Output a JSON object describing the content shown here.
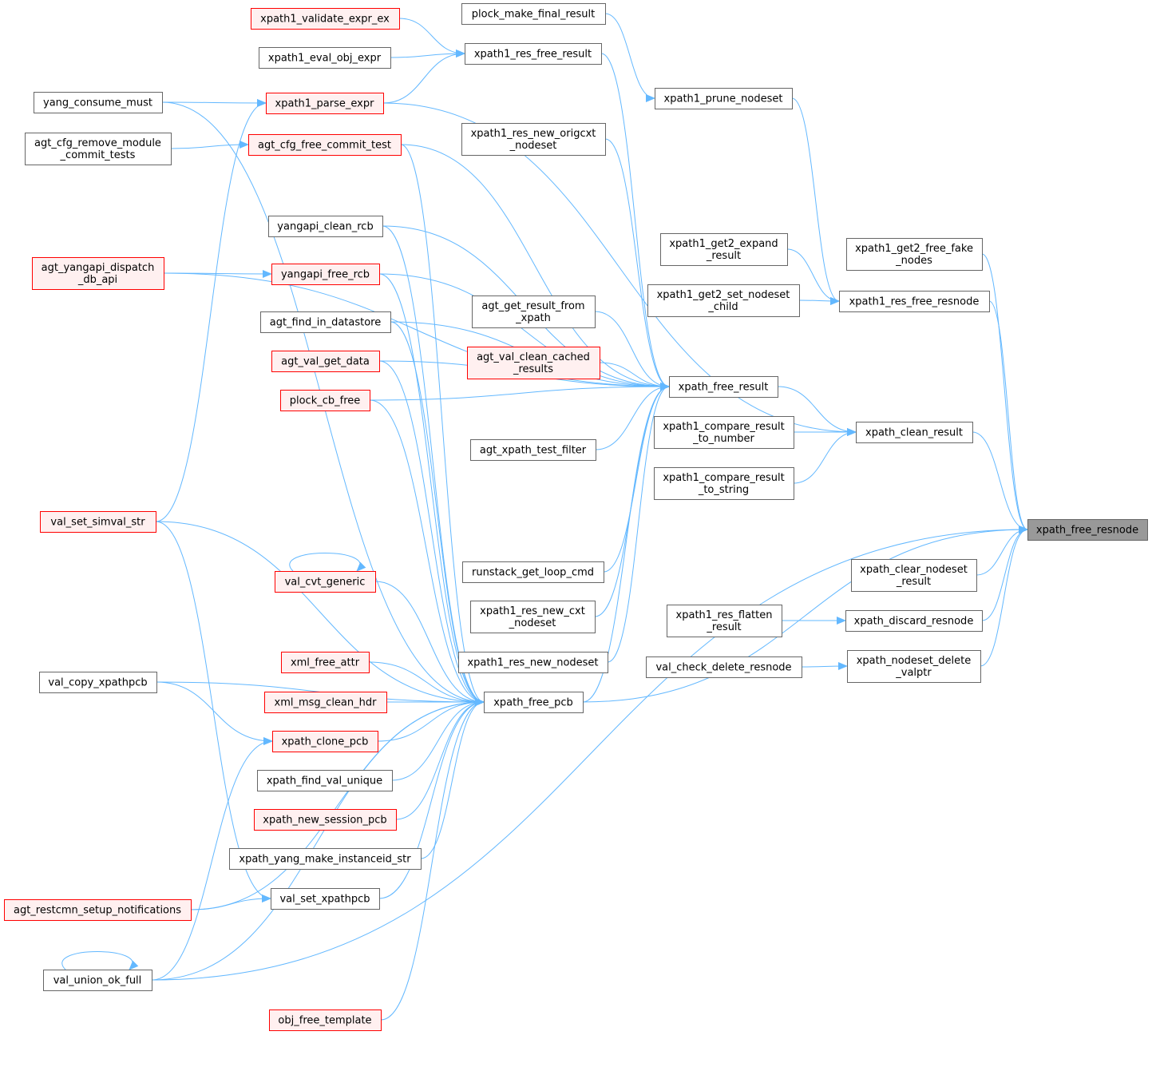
{
  "colors": {
    "edge": "#63b8ff",
    "node_border_normal": "#666666",
    "node_border_truncated": "#ff0000",
    "node_fill_truncated": "#fff0f0",
    "node_fill_normal": "#ffffff",
    "node_fill_focus": "#999999"
  },
  "nodes": {
    "xpath_free_resnode": {
      "lines": [
        "xpath_free_resnode"
      ],
      "style": "focus"
    },
    "xpath1_get2_free_fake_nodes": {
      "lines": [
        "xpath1_get2_free_fake",
        "_nodes"
      ],
      "style": "normal"
    },
    "xpath1_res_free_resnode": {
      "lines": [
        "xpath1_res_free_resnode"
      ],
      "style": "normal"
    },
    "xpath_clean_result": {
      "lines": [
        "xpath_clean_result"
      ],
      "style": "normal"
    },
    "xpath_free_result": {
      "lines": [
        "xpath_free_result"
      ],
      "style": "normal"
    },
    "xpath_free_pcb": {
      "lines": [
        "xpath_free_pcb"
      ],
      "style": "normal"
    },
    "xpath_clear_nodeset_result": {
      "lines": [
        "xpath_clear_nodeset",
        "_result"
      ],
      "style": "normal"
    },
    "xpath_discard_resnode": {
      "lines": [
        "xpath_discard_resnode"
      ],
      "style": "normal"
    },
    "xpath_nodeset_delete_valptr": {
      "lines": [
        "xpath_nodeset_delete",
        "_valptr"
      ],
      "style": "normal"
    },
    "xpath1_prune_nodeset": {
      "lines": [
        "xpath1_prune_nodeset"
      ],
      "style": "normal"
    },
    "plock_make_final_result": {
      "lines": [
        "plock_make_final_result"
      ],
      "style": "normal"
    },
    "xpath1_get2_expand_result": {
      "lines": [
        "xpath1_get2_expand",
        "_result"
      ],
      "style": "normal"
    },
    "xpath1_get2_set_nodeset_child": {
      "lines": [
        "xpath1_get2_set_nodeset",
        "_child"
      ],
      "style": "normal"
    },
    "xpath1_compare_result_to_number": {
      "lines": [
        "xpath1_compare_result",
        "_to_number"
      ],
      "style": "normal"
    },
    "xpath1_compare_result_to_string": {
      "lines": [
        "xpath1_compare_result",
        "_to_string"
      ],
      "style": "normal"
    },
    "xpath1_res_flatten_result": {
      "lines": [
        "xpath1_res_flatten",
        "_result"
      ],
      "style": "normal"
    },
    "val_check_delete_resnode": {
      "lines": [
        "val_check_delete_resnode"
      ],
      "style": "normal"
    },
    "xpath1_validate_expr_ex": {
      "lines": [
        "xpath1_validate_expr_ex"
      ],
      "style": "truncated"
    },
    "xpath1_res_free_result": {
      "lines": [
        "xpath1_res_free_result"
      ],
      "style": "normal"
    },
    "xpath1_eval_obj_expr": {
      "lines": [
        "xpath1_eval_obj_expr"
      ],
      "style": "normal"
    },
    "xpath1_parse_expr": {
      "lines": [
        "xpath1_parse_expr"
      ],
      "style": "truncated"
    },
    "agt_cfg_free_commit_test": {
      "lines": [
        "agt_cfg_free_commit_test"
      ],
      "style": "truncated"
    },
    "xpath1_res_new_origcxt_nodeset": {
      "lines": [
        "xpath1_res_new_origcxt",
        "_nodeset"
      ],
      "style": "normal"
    },
    "yangapi_clean_rcb": {
      "lines": [
        "yangapi_clean_rcb"
      ],
      "style": "normal"
    },
    "yangapi_free_rcb": {
      "lines": [
        "yangapi_free_rcb"
      ],
      "style": "truncated"
    },
    "agt_get_result_from_xpath": {
      "lines": [
        "agt_get_result_from",
        "_xpath"
      ],
      "style": "normal"
    },
    "agt_find_in_datastore": {
      "lines": [
        "agt_find_in_datastore"
      ],
      "style": "normal"
    },
    "agt_val_clean_cached_results": {
      "lines": [
        "agt_val_clean_cached",
        "_results"
      ],
      "style": "truncated"
    },
    "agt_val_get_data": {
      "lines": [
        "agt_val_get_data"
      ],
      "style": "truncated"
    },
    "plock_cb_free": {
      "lines": [
        "plock_cb_free"
      ],
      "style": "truncated"
    },
    "agt_xpath_test_filter": {
      "lines": [
        "agt_xpath_test_filter"
      ],
      "style": "normal"
    },
    "runstack_get_loop_cmd": {
      "lines": [
        "runstack_get_loop_cmd"
      ],
      "style": "normal"
    },
    "xpath1_res_new_cxt_nodeset": {
      "lines": [
        "xpath1_res_new_cxt",
        "_nodeset"
      ],
      "style": "normal"
    },
    "xpath1_res_new_nodeset": {
      "lines": [
        "xpath1_res_new_nodeset"
      ],
      "style": "normal"
    },
    "val_cvt_generic": {
      "lines": [
        "val_cvt_generic"
      ],
      "style": "truncated"
    },
    "xml_free_attr": {
      "lines": [
        "xml_free_attr"
      ],
      "style": "truncated"
    },
    "xml_msg_clean_hdr": {
      "lines": [
        "xml_msg_clean_hdr"
      ],
      "style": "truncated"
    },
    "xpath_clone_pcb": {
      "lines": [
        "xpath_clone_pcb"
      ],
      "style": "truncated"
    },
    "xpath_find_val_unique": {
      "lines": [
        "xpath_find_val_unique"
      ],
      "style": "normal"
    },
    "xpath_new_session_pcb": {
      "lines": [
        "xpath_new_session_pcb"
      ],
      "style": "truncated"
    },
    "xpath_yang_make_instanceid_str": {
      "lines": [
        "xpath_yang_make_instanceid_str"
      ],
      "style": "normal"
    },
    "val_set_xpathpcb": {
      "lines": [
        "val_set_xpathpcb"
      ],
      "style": "normal"
    },
    "obj_free_template": {
      "lines": [
        "obj_free_template"
      ],
      "style": "truncated"
    },
    "yang_consume_must": {
      "lines": [
        "yang_consume_must"
      ],
      "style": "normal"
    },
    "agt_cfg_remove_module_commit_tests": {
      "lines": [
        "agt_cfg_remove_module",
        "_commit_tests"
      ],
      "style": "normal"
    },
    "agt_yangapi_dispatch_db_api": {
      "lines": [
        "agt_yangapi_dispatch",
        "_db_api"
      ],
      "style": "truncated"
    },
    "val_set_simval_str": {
      "lines": [
        "val_set_simval_str"
      ],
      "style": "truncated"
    },
    "val_copy_xpathpcb": {
      "lines": [
        "val_copy_xpathpcb"
      ],
      "style": "normal"
    },
    "agt_restcmn_setup_notifications": {
      "lines": [
        "agt_restcmn_setup_notifications"
      ],
      "style": "truncated"
    },
    "val_union_ok_full": {
      "lines": [
        "val_union_ok_full"
      ],
      "style": "normal"
    }
  },
  "edges": [
    [
      "xpath1_get2_free_fake_nodes",
      "xpath_free_resnode"
    ],
    [
      "xpath1_res_free_resnode",
      "xpath_free_resnode"
    ],
    [
      "xpath_clean_result",
      "xpath_free_resnode"
    ],
    [
      "xpath_free_pcb",
      "xpath_free_resnode"
    ],
    [
      "xpath_clear_nodeset_result",
      "xpath_free_resnode"
    ],
    [
      "xpath_discard_resnode",
      "xpath_free_resnode"
    ],
    [
      "xpath_nodeset_delete_valptr",
      "xpath_free_resnode"
    ],
    [
      "val_union_ok_full",
      "xpath_free_resnode"
    ],
    [
      "xpath1_prune_nodeset",
      "xpath1_res_free_resnode"
    ],
    [
      "xpath1_get2_expand_result",
      "xpath1_res_free_resnode"
    ],
    [
      "xpath1_get2_set_nodeset_child",
      "xpath1_res_free_resnode"
    ],
    [
      "plock_make_final_result",
      "xpath1_prune_nodeset"
    ],
    [
      "xpath_free_result",
      "xpath_clean_result"
    ],
    [
      "xpath1_compare_result_to_number",
      "xpath_clean_result"
    ],
    [
      "xpath1_compare_result_to_string",
      "xpath_clean_result"
    ],
    [
      "xpath1_parse_expr",
      "xpath_clean_result"
    ],
    [
      "xpath1_res_flatten_result",
      "xpath_discard_resnode"
    ],
    [
      "val_check_delete_resnode",
      "xpath_nodeset_delete_valptr"
    ],
    [
      "xpath1_validate_expr_ex",
      "xpath1_res_free_result"
    ],
    [
      "xpath1_eval_obj_expr",
      "xpath1_res_free_result"
    ],
    [
      "xpath1_parse_expr",
      "xpath1_res_free_result"
    ],
    [
      "xpath1_res_free_result",
      "xpath_free_result"
    ],
    [
      "agt_cfg_free_commit_test",
      "xpath_free_result"
    ],
    [
      "xpath1_res_new_origcxt_nodeset",
      "xpath_free_result"
    ],
    [
      "yangapi_clean_rcb",
      "xpath_free_result"
    ],
    [
      "yangapi_free_rcb",
      "xpath_free_result"
    ],
    [
      "agt_yangapi_dispatch_db_api",
      "xpath_free_result"
    ],
    [
      "agt_get_result_from_xpath",
      "xpath_free_result"
    ],
    [
      "agt_find_in_datastore",
      "xpath_free_result"
    ],
    [
      "agt_val_clean_cached_results",
      "xpath_free_result"
    ],
    [
      "agt_val_get_data",
      "xpath_free_result"
    ],
    [
      "plock_cb_free",
      "xpath_free_result"
    ],
    [
      "agt_xpath_test_filter",
      "xpath_free_result"
    ],
    [
      "runstack_get_loop_cmd",
      "xpath_free_result"
    ],
    [
      "xpath1_res_new_cxt_nodeset",
      "xpath_free_result"
    ],
    [
      "xpath1_res_new_nodeset",
      "xpath_free_result"
    ],
    [
      "xpath_free_pcb",
      "xpath_free_result"
    ],
    [
      "agt_cfg_free_commit_test",
      "xpath_free_pcb"
    ],
    [
      "yangapi_clean_rcb",
      "xpath_free_pcb"
    ],
    [
      "yangapi_free_rcb",
      "xpath_free_pcb"
    ],
    [
      "agt_find_in_datastore",
      "xpath_free_pcb"
    ],
    [
      "agt_val_get_data",
      "xpath_free_pcb"
    ],
    [
      "plock_cb_free",
      "xpath_free_pcb"
    ],
    [
      "val_set_simval_str",
      "xpath_free_pcb"
    ],
    [
      "val_cvt_generic",
      "xpath_free_pcb"
    ],
    [
      "val_copy_xpathpcb",
      "xpath_free_pcb"
    ],
    [
      "xml_free_attr",
      "xpath_free_pcb"
    ],
    [
      "xml_msg_clean_hdr",
      "xpath_free_pcb"
    ],
    [
      "xpath_clone_pcb",
      "xpath_free_pcb"
    ],
    [
      "xpath_find_val_unique",
      "xpath_free_pcb"
    ],
    [
      "xpath_new_session_pcb",
      "xpath_free_pcb"
    ],
    [
      "xpath_yang_make_instanceid_str",
      "xpath_free_pcb"
    ],
    [
      "val_set_xpathpcb",
      "xpath_free_pcb"
    ],
    [
      "agt_restcmn_setup_notifications",
      "xpath_free_pcb"
    ],
    [
      "val_union_ok_full",
      "xpath_free_pcb"
    ],
    [
      "obj_free_template",
      "xpath_free_pcb"
    ],
    [
      "yang_consume_must",
      "xpath_free_pcb"
    ],
    [
      "yang_consume_must",
      "xpath1_parse_expr"
    ],
    [
      "val_set_simval_str",
      "xpath1_parse_expr"
    ],
    [
      "agt_cfg_remove_module_commit_tests",
      "agt_cfg_free_commit_test"
    ],
    [
      "agt_yangapi_dispatch_db_api",
      "yangapi_free_rcb"
    ],
    [
      "val_cvt_generic",
      "val_cvt_generic"
    ],
    [
      "val_copy_xpathpcb",
      "xpath_clone_pcb"
    ],
    [
      "val_union_ok_full",
      "xpath_clone_pcb"
    ],
    [
      "agt_restcmn_setup_notifications",
      "val_set_xpathpcb"
    ],
    [
      "val_set_simval_str",
      "val_set_xpathpcb"
    ],
    [
      "val_union_ok_full",
      "val_union_ok_full"
    ]
  ]
}
